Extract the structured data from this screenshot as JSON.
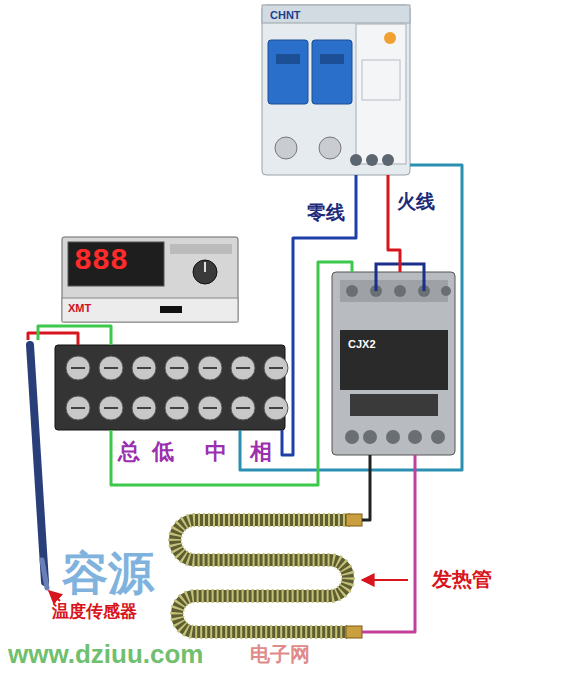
{
  "diagram": {
    "nodes": [
      {
        "text": [
          "CHNT"
        ]
      },
      {
        "text": [
          "888",
          "XMT"
        ]
      },
      {
        "text": [
          "总",
          "低",
          "中",
          "相"
        ]
      },
      {
        "text": [
          "CJX2"
        ]
      },
      {
        "text": [
          "发热管"
        ]
      },
      {
        "text": [
          "温度传感器"
        ]
      }
    ],
    "edges": [
      {
        "from": 0,
        "to": 3,
        "arrow": "none",
        "label": "火线"
      },
      {
        "from": 0,
        "to": 2,
        "arrow": "none",
        "label": "零线"
      },
      {
        "from": 0,
        "to": 2,
        "arrow": "none"
      },
      {
        "from": 2,
        "to": 3,
        "arrow": "none"
      },
      {
        "from": 3,
        "to": 4,
        "arrow": "none"
      },
      {
        "from": 3,
        "to": 4,
        "arrow": "none"
      },
      {
        "from": 5,
        "to": 2,
        "arrow": "none"
      },
      {
        "from": 5,
        "to": 2,
        "arrow": "none"
      }
    ],
    "labels": [
      "容源",
      "电子网",
      "www.dziuu.com"
    ]
  }
}
